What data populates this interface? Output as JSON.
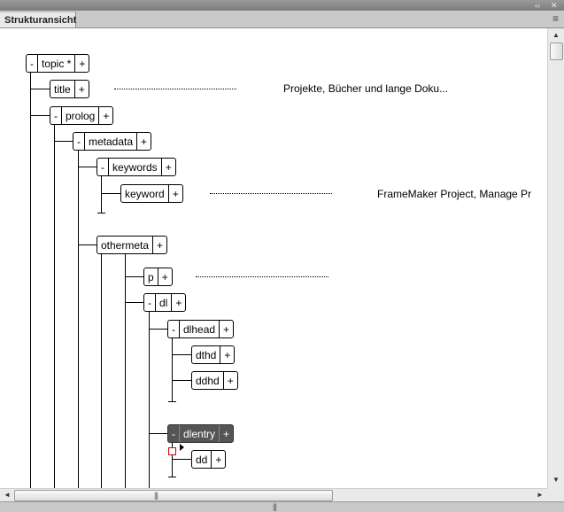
{
  "panel": {
    "collapse_icon": "‹‹",
    "tab_label": "Strukturansicht",
    "menu_icon": "≡"
  },
  "nodes": {
    "topic": {
      "minus": "-",
      "label": "topic *",
      "plus": "+"
    },
    "title": {
      "label": "title",
      "plus": "+",
      "content": "Projekte, Bücher und lange Doku..."
    },
    "prolog": {
      "minus": "-",
      "label": "prolog",
      "plus": "+"
    },
    "metadata": {
      "minus": "-",
      "label": "metadata",
      "plus": "+"
    },
    "keywords": {
      "minus": "-",
      "label": "keywords",
      "plus": "+"
    },
    "keyword": {
      "label": "keyword",
      "plus": "+",
      "content": "FrameMaker Project, Manage Pr"
    },
    "othermeta": {
      "label": "othermeta",
      "plus": "+"
    },
    "p": {
      "label": "p",
      "plus": "+"
    },
    "dl": {
      "minus": "-",
      "label": "dl",
      "plus": "+"
    },
    "dlhead": {
      "minus": "-",
      "label": "dlhead",
      "plus": "+"
    },
    "dthd": {
      "label": "dthd",
      "plus": "+"
    },
    "ddhd": {
      "label": "ddhd",
      "plus": "+"
    },
    "dlentry": {
      "minus": "-",
      "label": "dlentry",
      "plus": "+"
    },
    "dd": {
      "label": "dd",
      "plus": "+"
    }
  },
  "scrollbars": {
    "up": "▲",
    "down": "▼",
    "left": "◄",
    "right": "►",
    "grip": "|||"
  }
}
